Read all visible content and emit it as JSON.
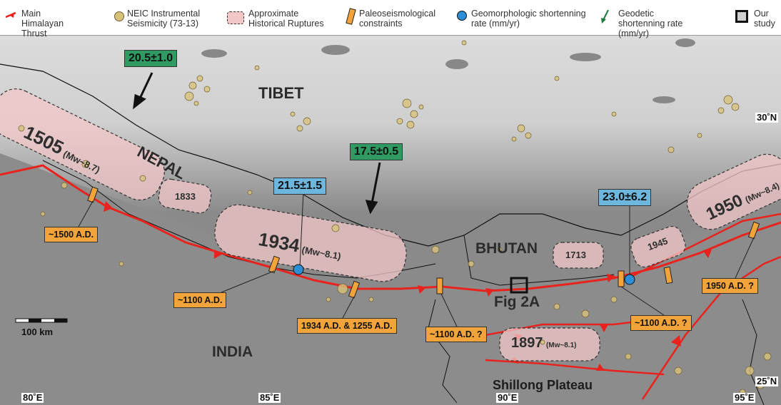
{
  "legend": {
    "items": [
      {
        "label": "Main Himalayan Thrust",
        "icon": "thrust-fault-icon"
      },
      {
        "label": "NEIC Instrumental Seismicity (73-13)",
        "icon": "seismicity-circle-icon"
      },
      {
        "label": "Approximate Historical Ruptures",
        "icon": "rupture-box-icon"
      },
      {
        "label": "Paleoseismological constraints",
        "icon": "paleo-bar-icon"
      },
      {
        "label": "Geomorphologic shortenning rate (mm/yr)",
        "icon": "blue-dot-icon"
      },
      {
        "label": "Geodetic shortenning rate (mm/yr)",
        "icon": "green-arrow-icon"
      },
      {
        "label": "Our study",
        "icon": "study-area-box-icon"
      }
    ]
  },
  "regions": {
    "tibet": "TIBET",
    "nepal": "NEPAL",
    "bhutan": "BHUTAN",
    "india": "INDIA",
    "shillong": "Shillong Plateau"
  },
  "study_area_label": "Fig 2A",
  "geodetic_rates": [
    "20.5±1.0",
    "17.5±0.5"
  ],
  "geomorphologic_rates": [
    "21.5±1.5",
    "23.0±6.2"
  ],
  "ruptures": {
    "r1505": {
      "year": "1505",
      "mag": "(Mw~8.7)"
    },
    "r1833": {
      "year": "1833"
    },
    "r1934": {
      "year": "1934",
      "mag": "(Mw~8.1)"
    },
    "r1713": {
      "year": "1713"
    },
    "r1945": {
      "year": "1945"
    },
    "r1950": {
      "year": "1950",
      "mag": "(Mw~8.4)"
    },
    "r1897": {
      "year": "1897",
      "mag": "(Mw~8.1)"
    }
  },
  "paleo_dates": [
    "~1500 A.D.",
    "~1100 A.D.",
    "1934 A.D. & 1255 A.D.",
    "~1100 A.D. ?",
    "~1100 A.D. ?",
    "1950 A.D. ?"
  ],
  "scale_bar": "100 km",
  "lon_ticks": [
    "80˚E",
    "85˚E",
    "90˚E",
    "95˚E"
  ],
  "lat_ticks": [
    "30˚N",
    "25˚N"
  ],
  "colors": {
    "thrust": "#e8231d",
    "rupture_fill": "#f2c7c7",
    "paleo": "#f2a43a",
    "geodetic": "#2f9b62",
    "geomorphologic": "#6db6de",
    "seismicity": "#d8c27a"
  }
}
